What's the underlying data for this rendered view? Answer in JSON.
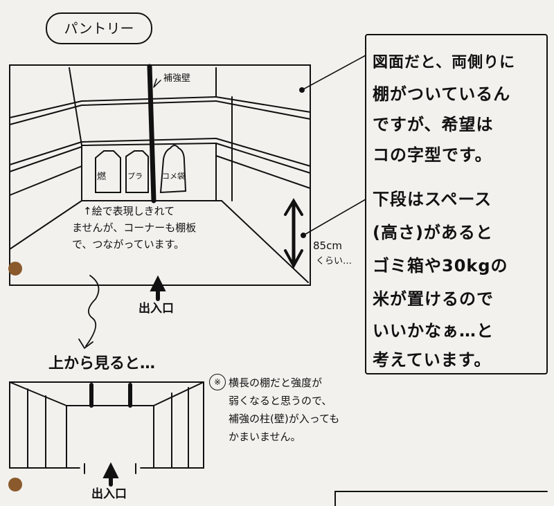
{
  "title": "パントリー",
  "sketch": {
    "wall_label": "補強壁",
    "bin_labels": [
      "燃",
      "プラ",
      "コメ袋"
    ],
    "note": [
      "↑絵で表現しきれて",
      "ませんが、コーナーも棚板",
      "で、つながっています。"
    ],
    "height_line1": "85cm",
    "height_line2": "くらい…",
    "entrance": "出入口"
  },
  "panel": {
    "lines": [
      "図面だと、両側りに",
      "棚がついているん",
      "ですが、希望は",
      "コの字型です。",
      "下段はスペース",
      "(高さ)があると",
      "ゴミ箱や30kgの",
      "米が置けるので",
      "いいかなぁ…と",
      "考えています。"
    ]
  },
  "top_view": {
    "heading": "上から見ると…",
    "entrance": "出入口"
  },
  "footnote": {
    "mark": "※",
    "lines": [
      "横長の棚だと強度が",
      "弱くなると思うので、",
      "補強の柱(壁)が入っても",
      "かまいません。"
    ]
  }
}
